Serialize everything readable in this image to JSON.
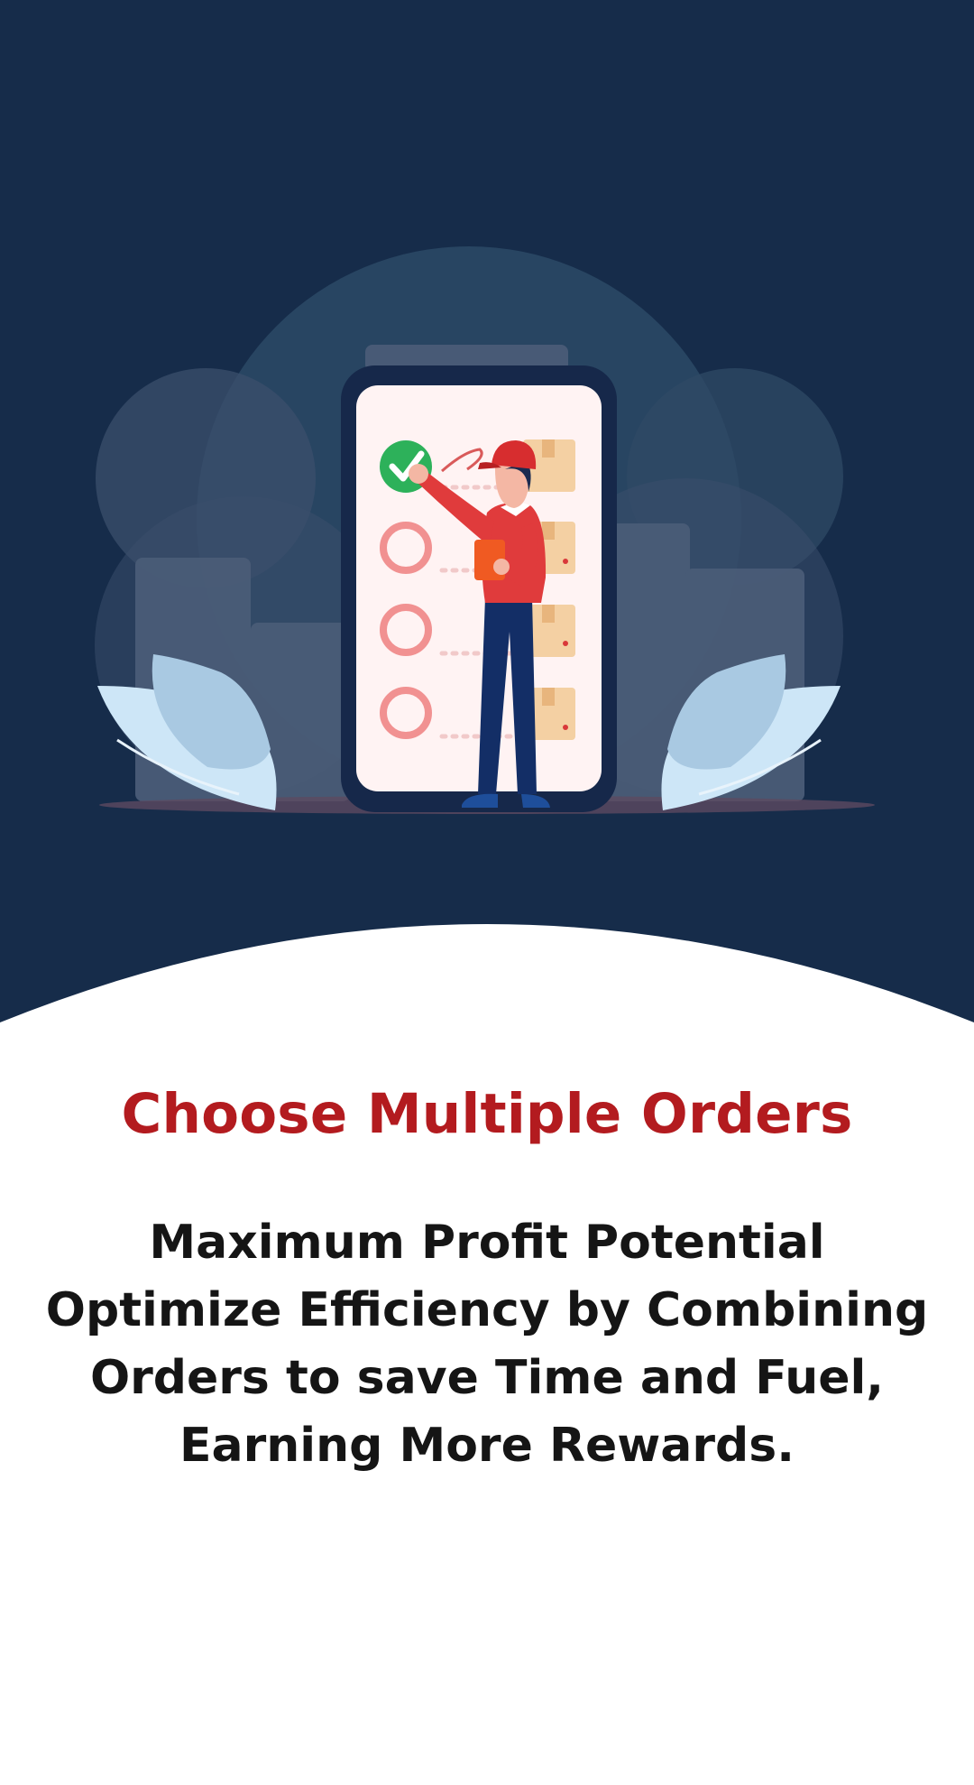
{
  "onboarding": {
    "title": "Choose Multiple Orders",
    "description_lines": [
      "Maximum Profit Potential",
      "Optimize Efficiency by Combining",
      "Orders to save Time and Fuel,",
      "Earning More Rewards."
    ]
  },
  "illustration": {
    "name": "delivery-person-checklist-illustration",
    "checklist": [
      {
        "state": "checked"
      },
      {
        "state": "unchecked"
      },
      {
        "state": "unchecked"
      },
      {
        "state": "unchecked"
      }
    ]
  },
  "colors": {
    "header_background": "#162c4a",
    "title": "#b31b1f",
    "body_text": "#151515",
    "page_background": "#ffffff",
    "check_green": "#2db15a",
    "accent_red": "#d9383a"
  }
}
